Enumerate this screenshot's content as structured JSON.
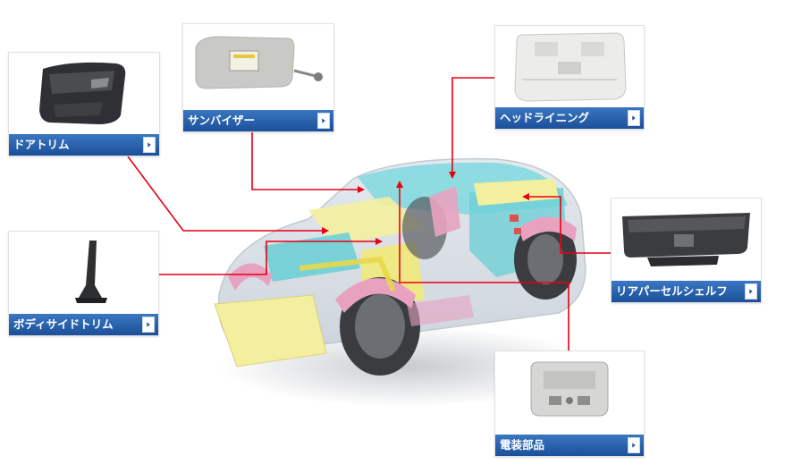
{
  "cards": [
    {
      "id": "door-trim",
      "label": "ドアトリム",
      "icon": "door-trim-icon"
    },
    {
      "id": "sun-visor",
      "label": "サンバイザー",
      "icon": "sun-visor-icon"
    },
    {
      "id": "headlining",
      "label": "ヘッドライニング",
      "icon": "headlining-icon"
    },
    {
      "id": "rear-shelf",
      "label": "リアパーセルシェルフ",
      "icon": "rear-parcel-shelf-icon"
    },
    {
      "id": "body-side-trim",
      "label": "ボディサイドトリム",
      "icon": "body-side-trim-icon"
    },
    {
      "id": "electrical",
      "label": "電装部品",
      "icon": "electrical-parts-icon"
    }
  ],
  "colors": {
    "accent_line": "#e60012",
    "label_bar_top": "#3a77c2",
    "label_bar_bottom": "#1c4f99",
    "trim_pink": "#e8a2c0",
    "trim_yellow": "#f4ef9e",
    "trim_cyan": "#7fd9de"
  },
  "car": {
    "icon": "car-cutaway-illustration"
  }
}
